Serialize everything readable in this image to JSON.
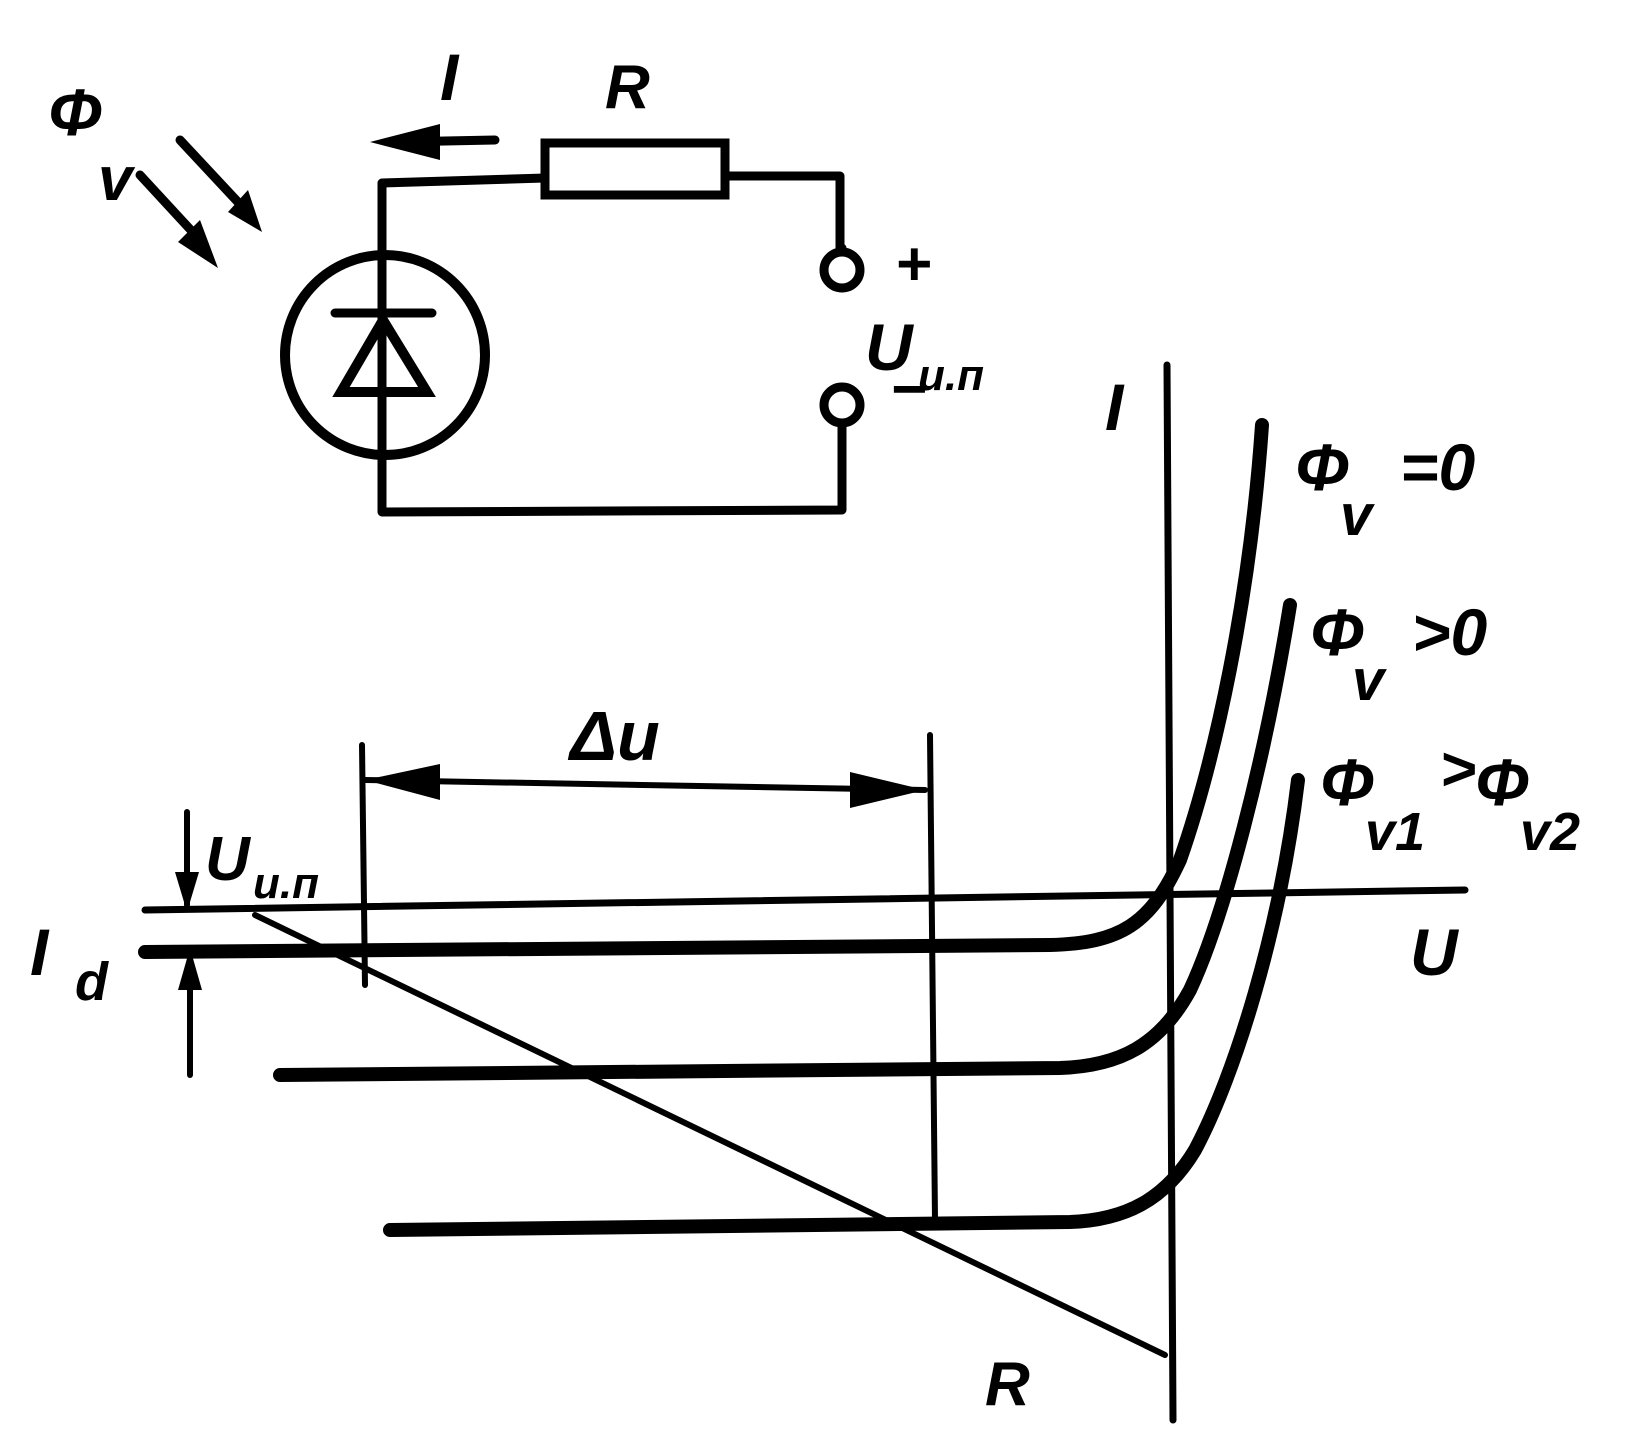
{
  "circuit": {
    "flux_label_main": "Φ",
    "flux_label_sub": "v",
    "current_label": "I",
    "resistor_label": "R",
    "plus_label": "+",
    "supply_label_main": "U",
    "supply_label_sub": "и.п",
    "minus_label": "−"
  },
  "graph": {
    "y_axis_label": "I",
    "x_axis_label": "U",
    "dark_current_main": "I",
    "dark_current_sub": "d",
    "supply_voltage_main": "U",
    "supply_voltage_sub": "и.п",
    "delta_label": "Δu",
    "load_line_label": "R",
    "curves": [
      {
        "main": "Φ",
        "sub": "v",
        "relation": "=0"
      },
      {
        "main": "Φ",
        "sub": "v",
        "relation": ">0"
      },
      {
        "main": "Φ",
        "sub": "v1",
        "relation": ">",
        "main2": "Φ",
        "sub2": "v2"
      }
    ]
  },
  "colors": {
    "ink": "#000000",
    "paper": "#ffffff"
  }
}
